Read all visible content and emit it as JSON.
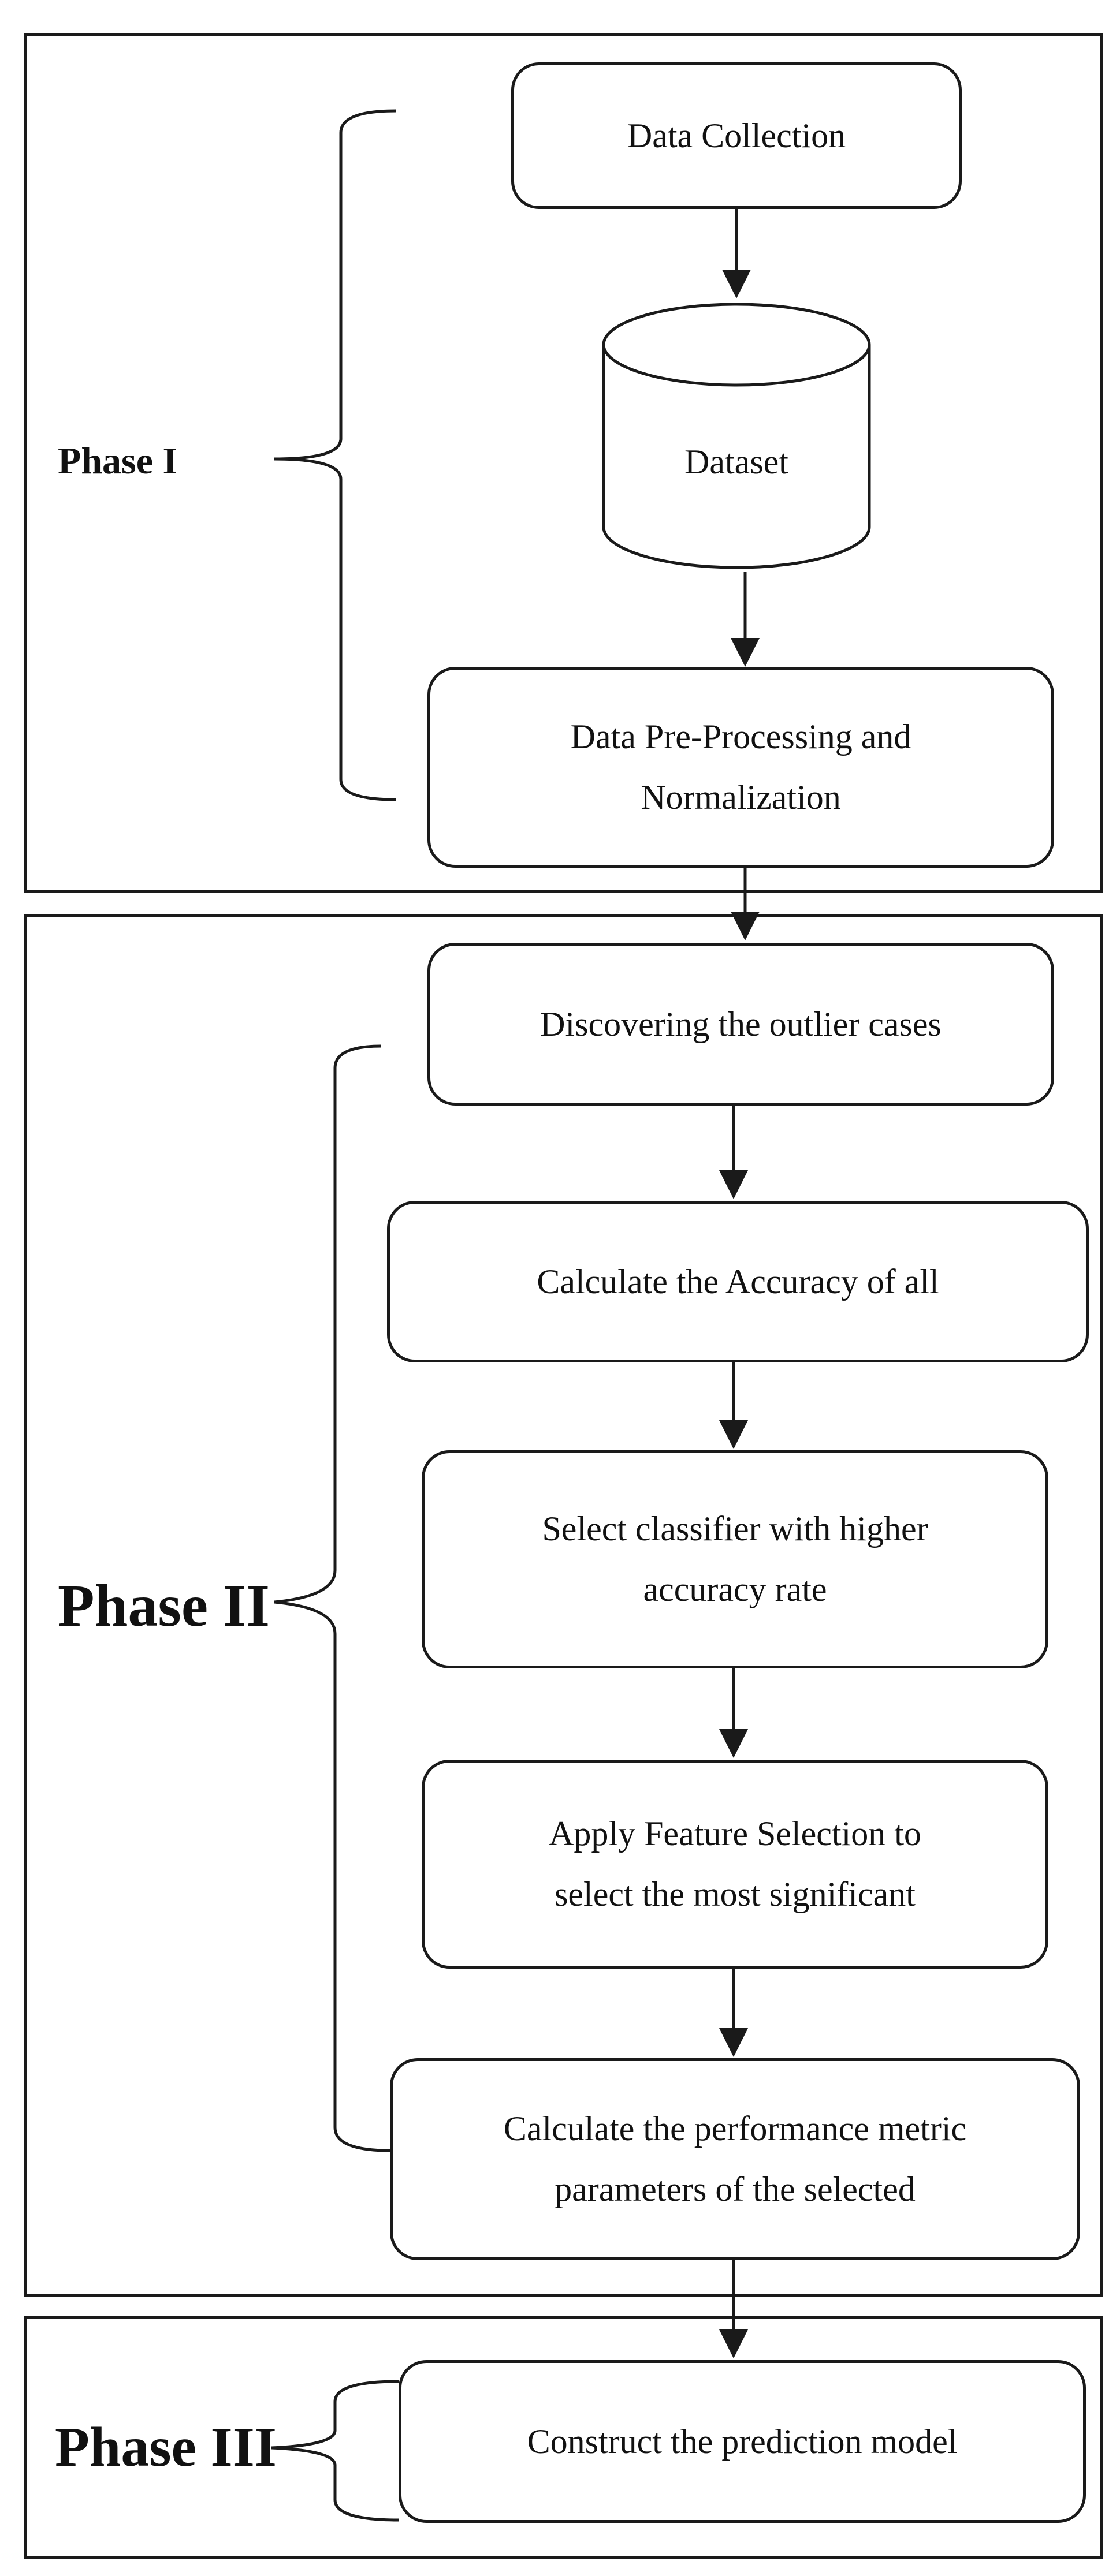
{
  "phases": [
    {
      "id": "phase-1",
      "label": "Phase I"
    },
    {
      "id": "phase-2",
      "label": "Phase II"
    },
    {
      "id": "phase-3",
      "label": "Phase III"
    }
  ],
  "nodes": {
    "data_collection": "Data Collection",
    "dataset": "Dataset",
    "preprocessing": "Data Pre-Processing and\nNormalization",
    "outliers": "Discovering the outlier cases",
    "accuracy_all": "Calculate the Accuracy of all",
    "select_classifier": "Select classifier with higher\naccuracy rate",
    "feature_selection": "Apply Feature Selection to\nselect the most significant",
    "performance_metrics": "Calculate the performance metric\nparameters of the selected",
    "prediction_model": "Construct the prediction model"
  },
  "colors": {
    "stroke": "#1a1a1a",
    "background": "#ffffff",
    "text": "#111111"
  }
}
